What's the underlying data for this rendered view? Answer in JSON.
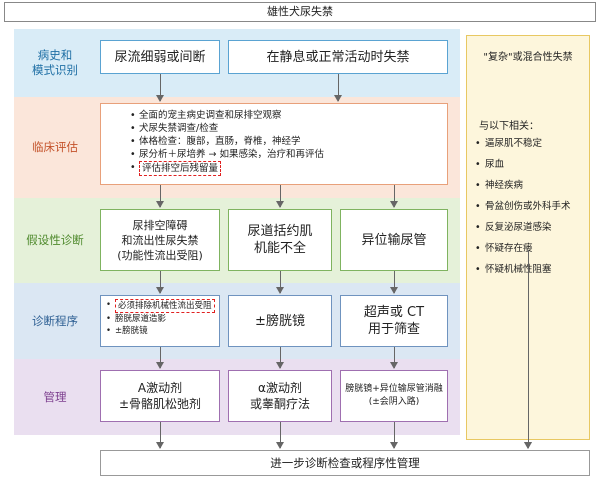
{
  "title": "雄性犬尿失禁",
  "bands": {
    "history": "病史和\n模式识别",
    "clinical": "临床评估",
    "hypothesis": "假设性诊断",
    "diagnostic": "诊断程序",
    "management": "管理"
  },
  "history": {
    "left": "尿流细弱或间断",
    "right": "在静息或正常活动时失禁"
  },
  "clinical": {
    "items": [
      "全面的宠主病史调查和尿排空观察",
      "犬尿失禁调查/检查",
      "体格检查：腹部，直肠，脊椎，神经学",
      "尿分析＋尿培养 → 如果感染，治疗和再评估",
      "评估排空后残留量"
    ]
  },
  "hypothesis": {
    "left": "尿排空障碍\n和流出性尿失禁\n(功能性流出受阻)",
    "middle": "尿道括约肌\n机能不全",
    "right": "异位输尿管"
  },
  "diagnostic": {
    "left_items": [
      "必须排除机械性流出受阻",
      "膀胱尿道造影",
      "±膀胱镜"
    ],
    "middle": "±膀胱镜",
    "right": "超声或 CT\n用于筛查"
  },
  "management": {
    "left": "A激动剂\n±骨骼肌松弛剂",
    "middle": "α激动剂\n或睾酮疗法",
    "right": "膀胱镜+异位输尿管消融\n(±会阴入路)"
  },
  "side": {
    "title": "\"复杂\"或混合性失禁",
    "subtitle": "与以下相关：",
    "items": [
      "逼尿肌不稳定",
      "尿血",
      "神经疾病",
      "骨盆创伤或外科手术",
      "反复泌尿道感染",
      "怀疑存在瘘",
      "怀疑机械性阻塞"
    ]
  },
  "bottom": "进一步诊断检查或程序性管理"
}
